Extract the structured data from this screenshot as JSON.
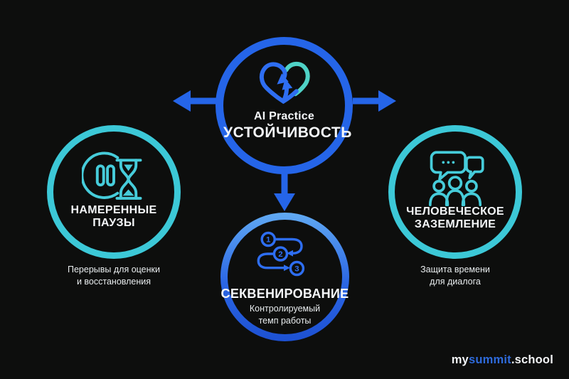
{
  "page": {
    "background": "#0d0e0d"
  },
  "colors": {
    "blue": "#2565e8",
    "icon_blue": "#2e6ef2",
    "cyan": "#3cc8d7",
    "teal": "#4fd2c6",
    "text": "#f4f6f8",
    "logo_blue": "#2e6bdc"
  },
  "center_node": {
    "icon": "heart-recycle-icon",
    "label": "AI Practice",
    "title": "УСТОЙЧИВОСТЬ"
  },
  "left_node": {
    "icon": "pause-hourglass-icon",
    "title_lines": [
      "НАМЕРЕННЫЕ",
      "ПАУЗЫ"
    ],
    "caption_lines": [
      "Перерывы для оценки",
      "и восстановления"
    ]
  },
  "right_node": {
    "icon": "chat-people-icon",
    "title_lines": [
      "ЧЕЛОВЕЧЕСКОЕ",
      "ЗАЗЕМЛЕНИЕ"
    ],
    "caption_lines": [
      "Защита времени",
      "для диалога"
    ]
  },
  "bottom_node": {
    "icon": "sequence-steps-icon",
    "title": "СЕКВЕНИРОВАНИЕ",
    "caption_lines": [
      "Контролируемый",
      "темп работы"
    ],
    "steps": [
      "1",
      "2",
      "3"
    ]
  },
  "logo": {
    "part_my": "my",
    "part_summit": "summit",
    "part_school": ".school"
  }
}
